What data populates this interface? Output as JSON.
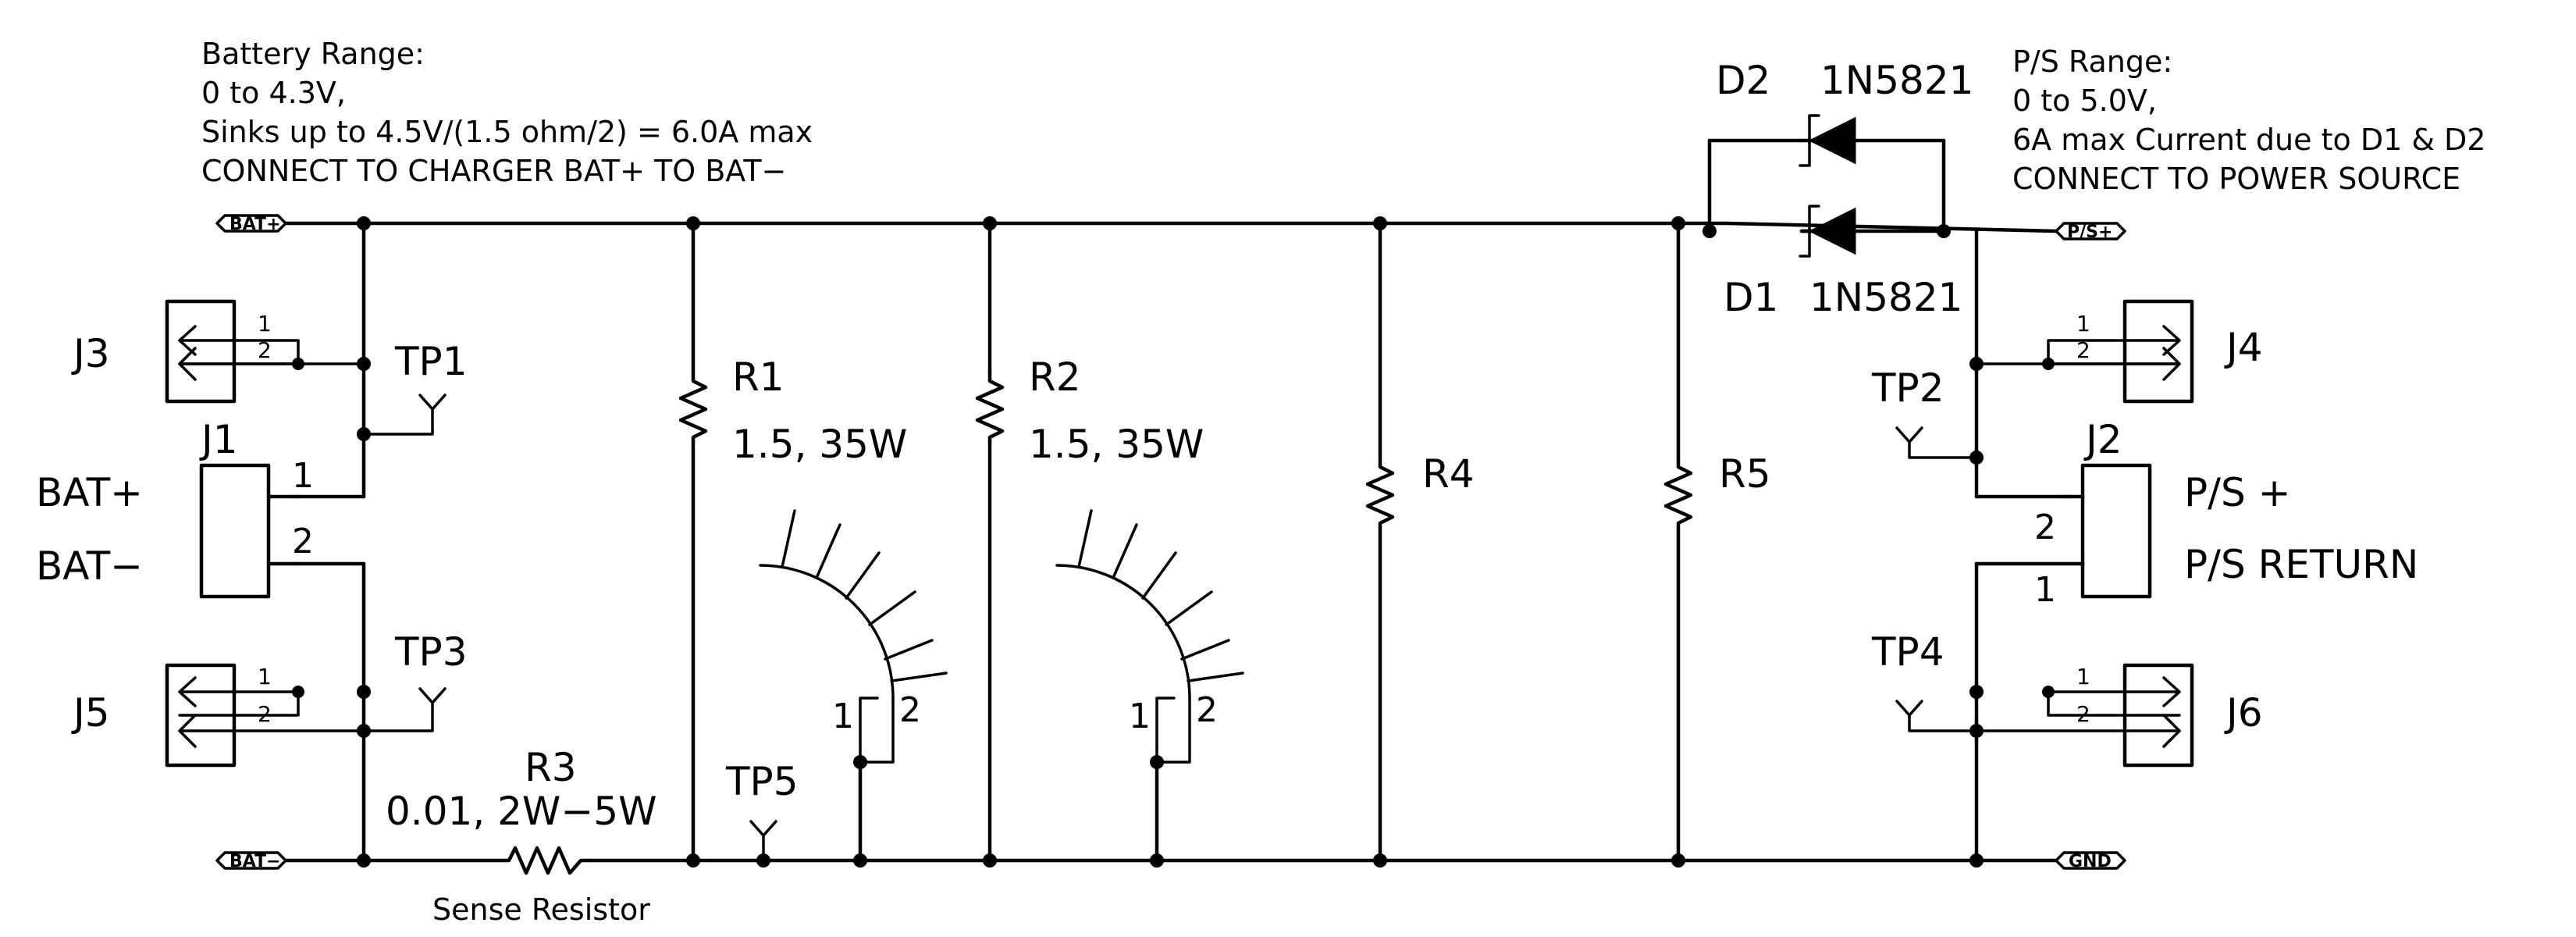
{
  "notes": {
    "battery": [
      "Battery Range:",
      "0 to 4.3V,",
      "Sinks up to 4.5V/(1.5 ohm/2) = 6.0A max",
      "CONNECT TO CHARGER BAT+ TO BAT−"
    ],
    "ps": [
      "P/S Range:",
      "0 to 5.0V,",
      "6A max Current due to D1 & D2",
      "CONNECT TO POWER SOURCE"
    ]
  },
  "ports": {
    "bat_plus": "BAT+",
    "bat_minus": "BAT−",
    "ps_plus": "P/S+",
    "gnd": "GND"
  },
  "connectors": {
    "j1": {
      "ref": "J1",
      "pin1": "1",
      "pin2": "2",
      "label1": "BAT+",
      "label2": "BAT−"
    },
    "j2": {
      "ref": "J2",
      "pin2": "2",
      "pin1": "1",
      "label2": "P/S +",
      "label1": "P/S RETURN"
    },
    "j3": {
      "ref": "J3",
      "pin1": "1",
      "pin2": "2"
    },
    "j4": {
      "ref": "J4",
      "pin1": "1",
      "pin2": "2"
    },
    "j5": {
      "ref": "J5",
      "pin1": "1",
      "pin2": "2"
    },
    "j6": {
      "ref": "J6",
      "pin1": "1",
      "pin2": "2"
    }
  },
  "testpoints": {
    "tp1": "TP1",
    "tp2": "TP2",
    "tp3": "TP3",
    "tp4": "TP4",
    "tp5": "TP5"
  },
  "resistors": {
    "r1": {
      "ref": "R1",
      "value": "1.5, 35W"
    },
    "r2": {
      "ref": "R2",
      "value": "1.5, 35W"
    },
    "r3": {
      "ref": "R3",
      "value": "0.01, 2W−5W",
      "caption": "Sense Resistor"
    },
    "r4": {
      "ref": "R4"
    },
    "r5": {
      "ref": "R5"
    }
  },
  "diodes": {
    "d1": {
      "ref": "D1",
      "part": "1N5821"
    },
    "d2": {
      "ref": "D2",
      "part": "1N5821"
    }
  },
  "heatsinks": {
    "hs1": {
      "pin1": "1",
      "pin2": "2"
    },
    "hs2": {
      "pin1": "1",
      "pin2": "2"
    }
  }
}
